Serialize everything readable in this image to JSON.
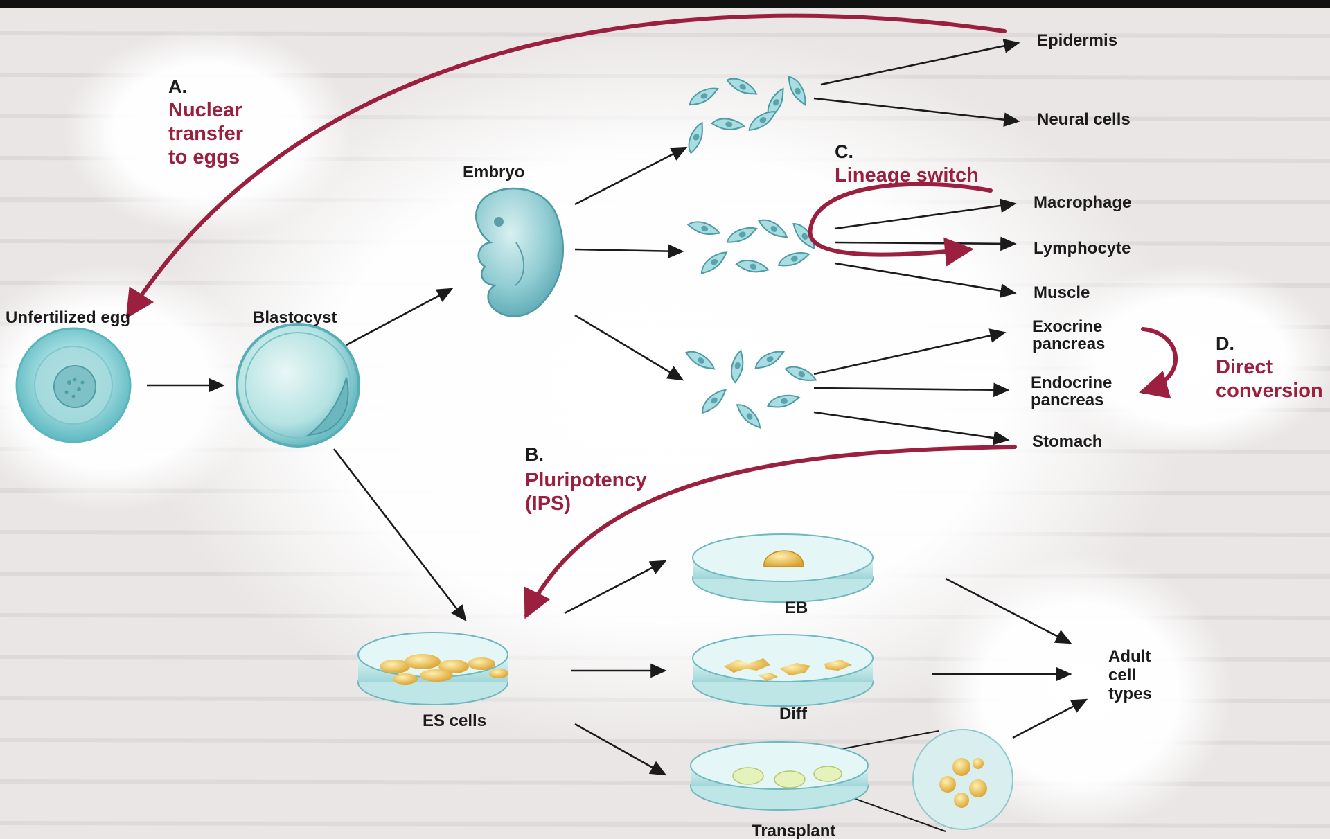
{
  "stages": {
    "unfertilized_egg": "Unfertilized egg",
    "blastocyst": "Blastocyst",
    "embryo": "Embryo",
    "es_cells": "ES cells",
    "eb": "EB",
    "diff": "Diff",
    "transplant": "Transplant",
    "adult_cell_types": [
      "Adult",
      "cell",
      "types"
    ]
  },
  "outcomes": {
    "epidermis": "Epidermis",
    "neural_cells": "Neural cells",
    "macrophage": "Macrophage",
    "lymphocyte": "Lymphocyte",
    "muscle": "Muscle",
    "exocrine_pancreas": [
      "Exocrine",
      "pancreas"
    ],
    "endocrine_pancreas": [
      "Endocrine",
      "pancreas"
    ],
    "stomach": "Stomach"
  },
  "reprogramming": {
    "a": {
      "letter": "A.",
      "lines": [
        "Nuclear",
        "transfer",
        "to eggs"
      ]
    },
    "b": {
      "letter": "B.",
      "lines": [
        "Pluripotency",
        "(IPS)"
      ]
    },
    "c": {
      "letter": "C.",
      "lines": [
        "Lineage switch"
      ]
    },
    "d": {
      "letter": "D.",
      "lines": [
        "Direct",
        "conversion"
      ]
    }
  },
  "colors": {
    "background": "#e9e6e5",
    "reprogramming_arrow": "#9b1f3e",
    "cell_teal": "#8fd3da",
    "cell_yellow": "#f0c85a",
    "arrow_black": "#1b1b1b"
  }
}
